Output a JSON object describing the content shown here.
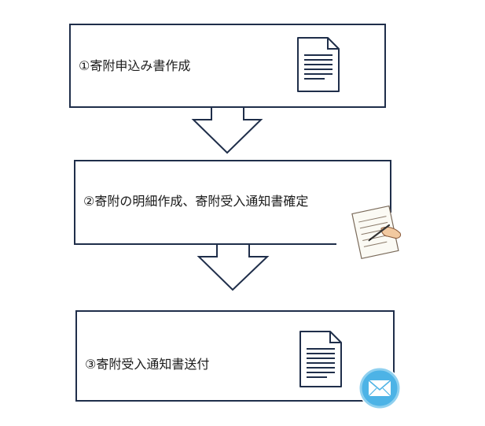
{
  "steps": [
    {
      "label": "①寄附申込み書作成",
      "icon": "document-icon"
    },
    {
      "label": "②寄附の明細作成、寄附受入通知書確定",
      "icon": "signing-paper-icon"
    },
    {
      "label": "③寄附受入通知書送付",
      "icon": "document-icon",
      "badge_icon": "mail-icon"
    }
  ],
  "colors": {
    "border": "#1f2e4a",
    "mail_badge": "#4db3e6"
  }
}
